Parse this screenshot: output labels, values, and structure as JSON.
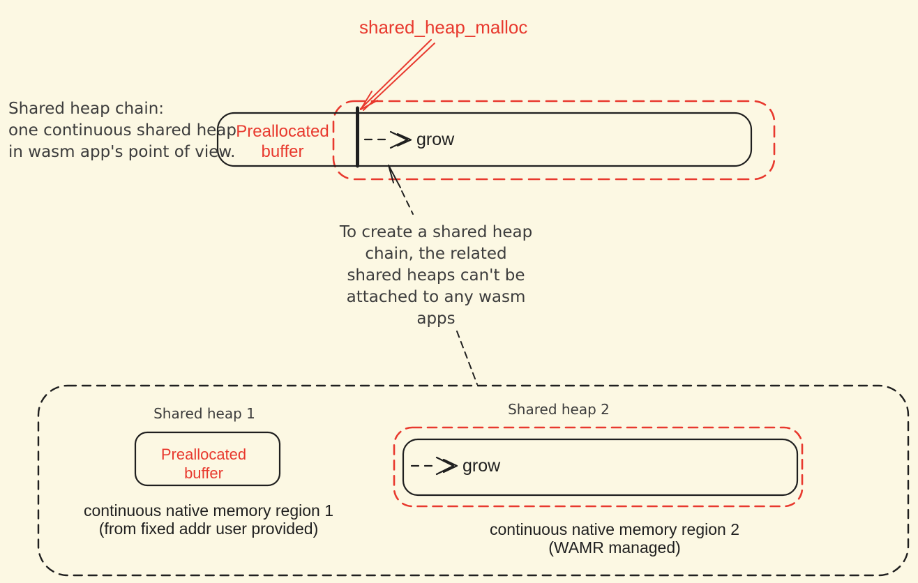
{
  "colors": {
    "background": "#fcf8e3",
    "red_accent": "#e8392e",
    "ink": "#1f1f1f",
    "soft_text": "#3c3c3c"
  },
  "annotation": {
    "malloc_label": "shared_heap_malloc"
  },
  "left_note": {
    "lines": [
      "Shared heap chain:",
      "one continuous shared heap",
      "in wasm app's point of view."
    ]
  },
  "chain_diagram": {
    "preallocated_label": "Preallocated buffer",
    "grow_label": "grow"
  },
  "middle_note": {
    "lines": [
      "To create a shared heap",
      "chain, the related",
      "shared heaps can't be",
      "attached to any wasm",
      "apps"
    ]
  },
  "heap1": {
    "title": "Shared heap 1",
    "buffer_label": "Preallocated buffer",
    "caption_lines": [
      "continuous native memory region 1",
      "(from fixed addr user provided)"
    ]
  },
  "heap2": {
    "title": "Shared heap 2",
    "grow_label": "grow",
    "caption_lines": [
      "continuous native memory region 2",
      "(WAMR managed)"
    ]
  }
}
